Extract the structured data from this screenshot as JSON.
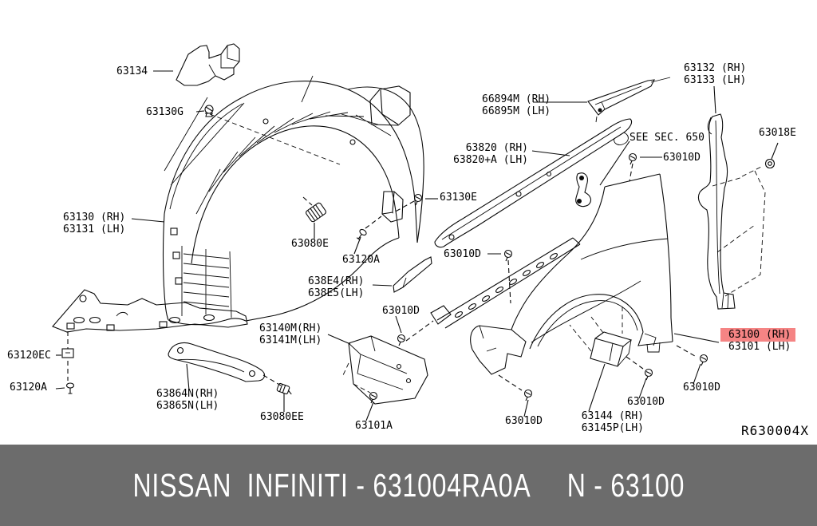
{
  "colors": {
    "highlight": "#f58484",
    "banner_bg": "#6c6c6c",
    "banner_text": "#ffffff",
    "line": "#0a0a0a"
  },
  "banner": {
    "brand_part_text": "NISSAN  INFINITI - 631004RA0A",
    "catalog_code_text": "N - 63100"
  },
  "diagram": {
    "ref_code": "R630004X",
    "section_note": "SEE SEC. 650",
    "highlighted_part": "63100 (RH)",
    "labels": [
      {
        "id": "63134",
        "lines": [
          "63134"
        ]
      },
      {
        "id": "63130G",
        "lines": [
          "63130G"
        ]
      },
      {
        "id": "63130-63131",
        "lines": [
          "63130 (RH)",
          "63131 (LH)"
        ]
      },
      {
        "id": "63080E",
        "lines": [
          "63080E"
        ]
      },
      {
        "id": "63120A-upper",
        "lines": [
          "63120A"
        ]
      },
      {
        "id": "63130E",
        "lines": [
          "63130E"
        ]
      },
      {
        "id": "63820",
        "lines": [
          "63820 (RH)",
          "63820+A (LH)"
        ]
      },
      {
        "id": "66894M-66895M",
        "lines": [
          "66894M (RH)",
          "66895M (LH)"
        ]
      },
      {
        "id": "63132-63133",
        "lines": [
          "63132 (RH)",
          "63133 (LH)"
        ]
      },
      {
        "id": "63018E",
        "lines": [
          "63018E"
        ]
      },
      {
        "id": "see-sec-650",
        "lines": [
          "SEE SEC. 650"
        ]
      },
      {
        "id": "63010D-a",
        "lines": [
          "63010D"
        ]
      },
      {
        "id": "63010D-b",
        "lines": [
          "63010D"
        ]
      },
      {
        "id": "63010D-c",
        "lines": [
          "63010D"
        ]
      },
      {
        "id": "63120EC",
        "lines": [
          "63120EC"
        ]
      },
      {
        "id": "63120A-lower",
        "lines": [
          "63120A"
        ]
      },
      {
        "id": "63864N-63865N",
        "lines": [
          "63864N(RH)",
          "63865N(LH)"
        ]
      },
      {
        "id": "63080EE",
        "lines": [
          "63080EE"
        ]
      },
      {
        "id": "63140M-63141M",
        "lines": [
          "63140M(RH)",
          "63141M(LH)"
        ]
      },
      {
        "id": "638E4-638E5",
        "lines": [
          "638E4(RH)",
          "638E5(LH)"
        ]
      },
      {
        "id": "63101A",
        "lines": [
          "63101A"
        ]
      },
      {
        "id": "63010D-d",
        "lines": [
          "63010D"
        ]
      },
      {
        "id": "63144-63145P",
        "lines": [
          "63144 (RH)",
          "63145P(LH)"
        ]
      },
      {
        "id": "63010D-e",
        "lines": [
          "63010D"
        ]
      },
      {
        "id": "63010D-f",
        "lines": [
          "63010D"
        ]
      },
      {
        "id": "63100-63101",
        "lines": [
          "63100 (RH)",
          "63101 (LH)"
        ]
      },
      {
        "id": "ref-code",
        "lines": [
          "R630004X"
        ]
      }
    ]
  }
}
